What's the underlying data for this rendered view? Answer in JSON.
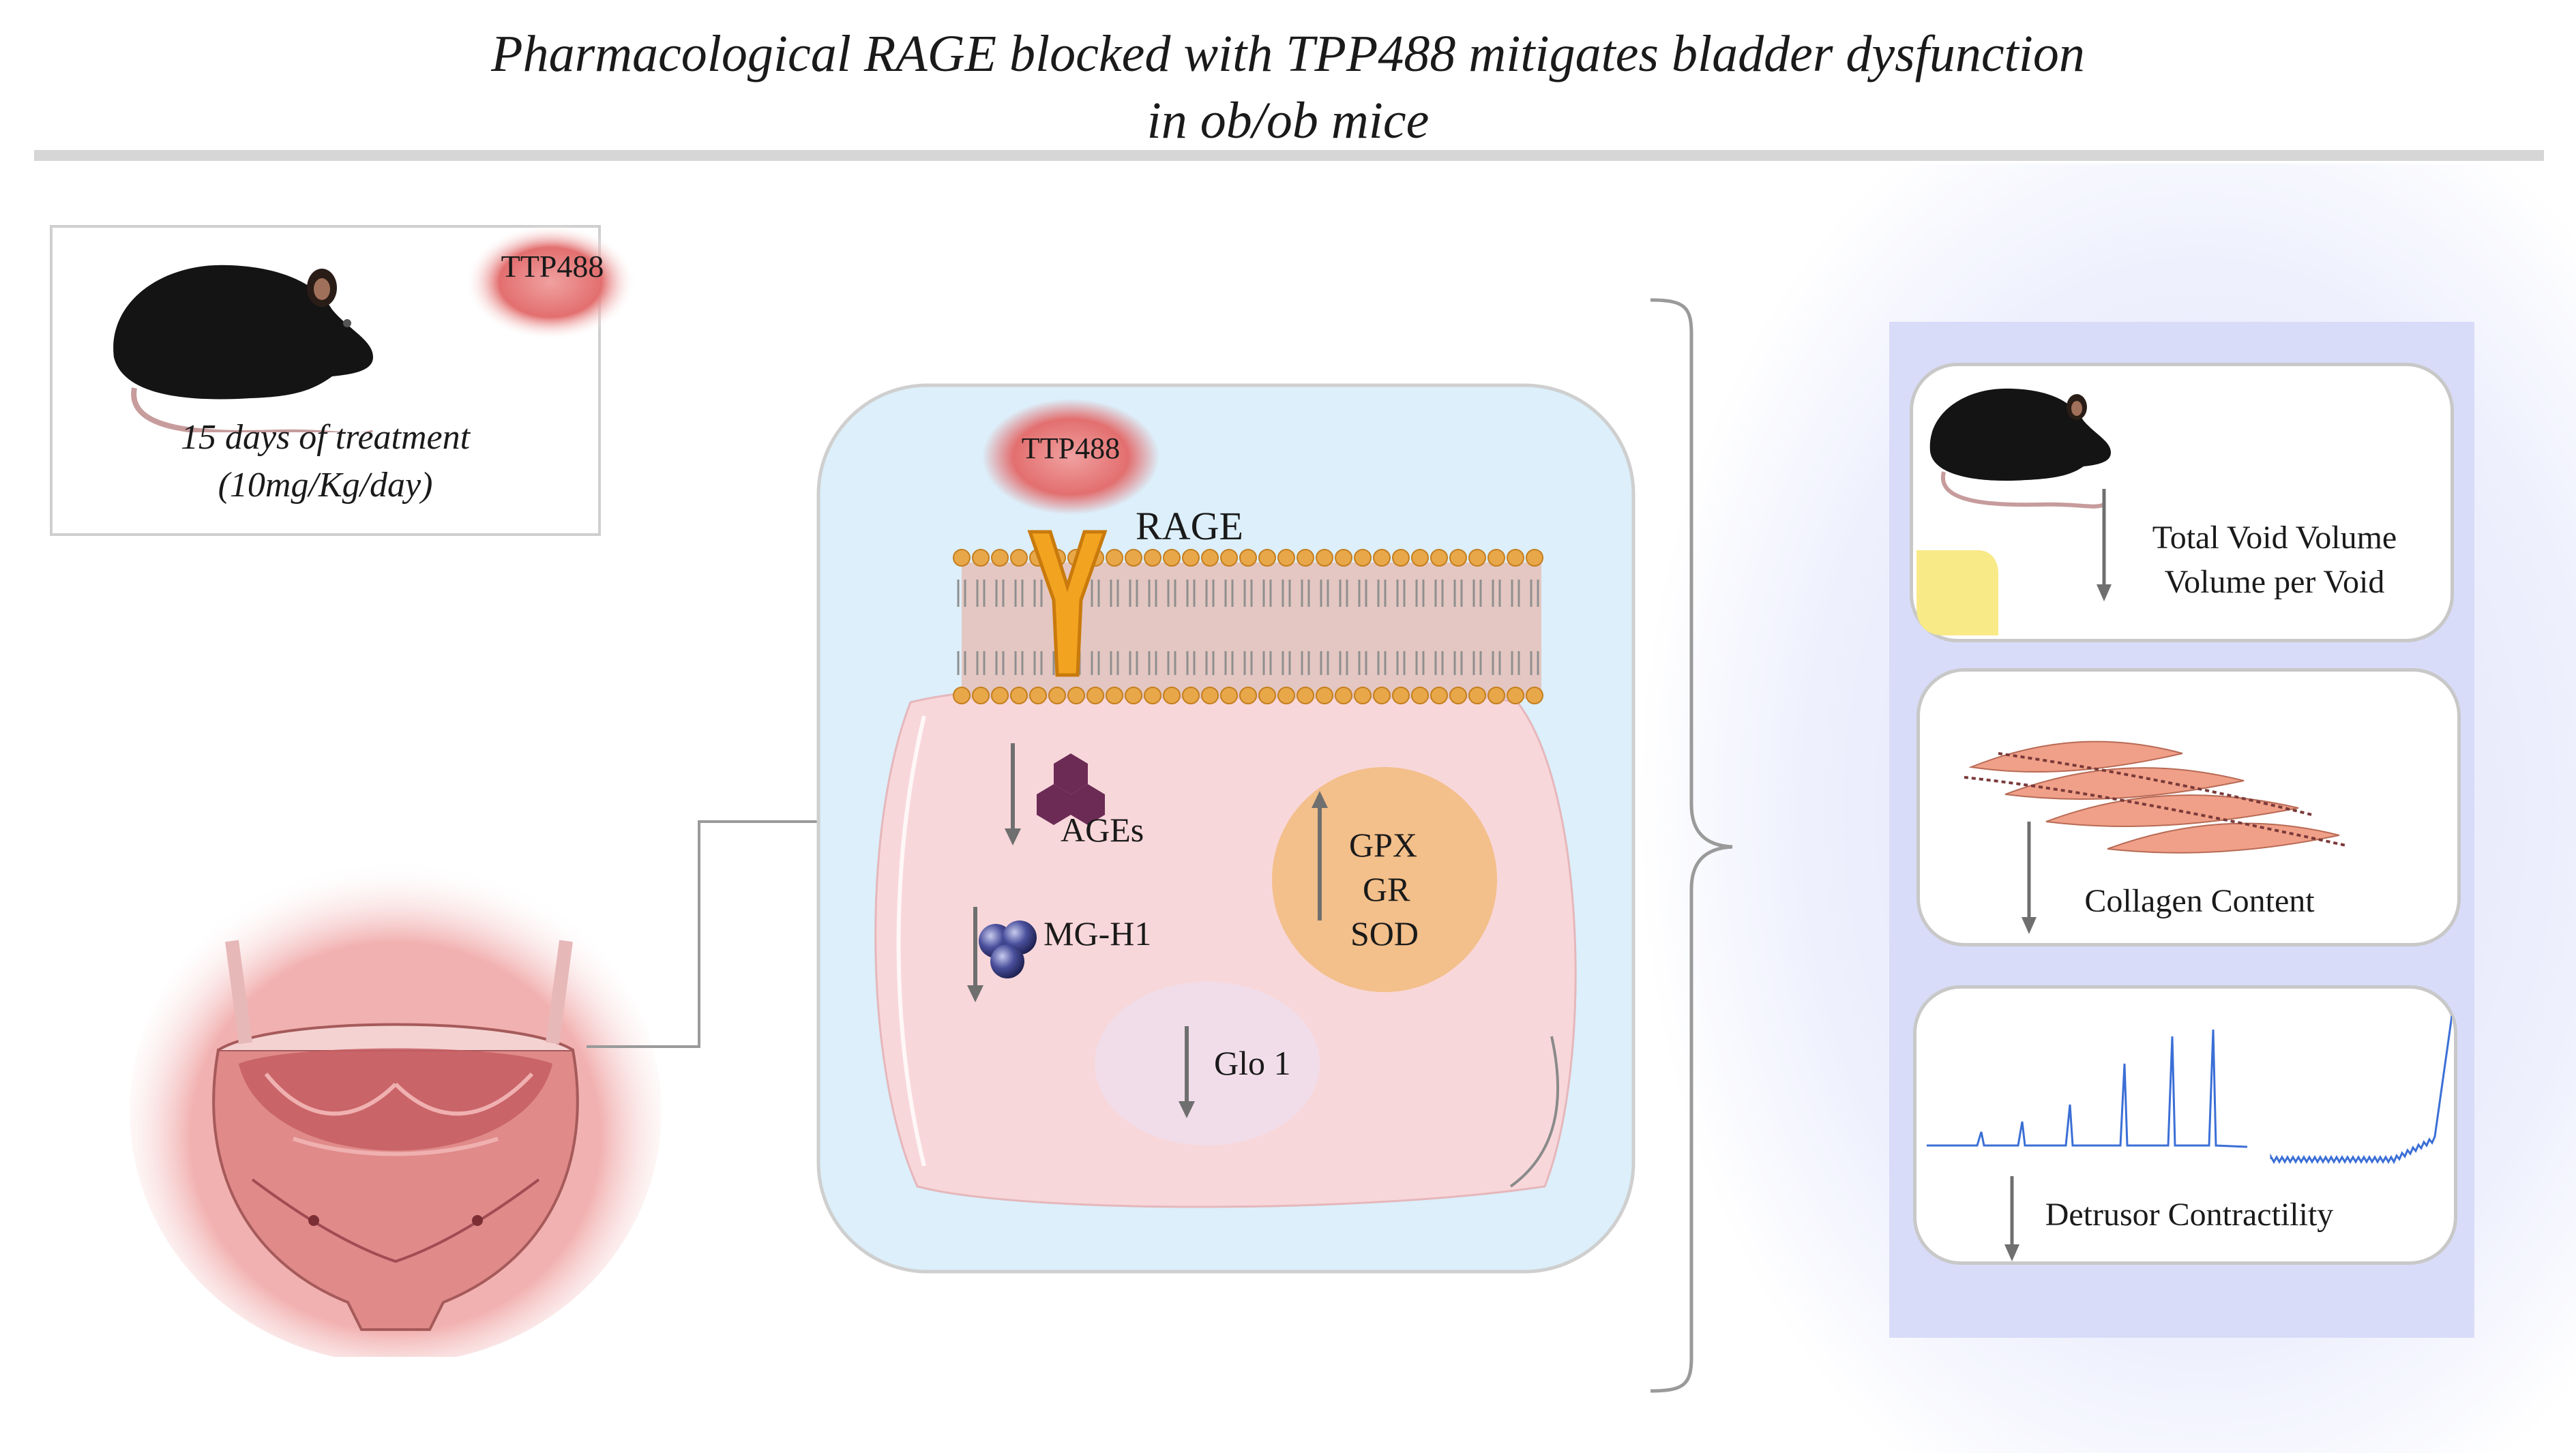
{
  "title": {
    "line1": "Pharmacological RAGE blocked with TPP488 mitigates bladder dysfunction",
    "line2": "in ob/ob mice"
  },
  "treatment": {
    "drug": "TTP488",
    "duration": "15 days of treatment",
    "dose": "(10mg/Kg/day)"
  },
  "cell": {
    "drug": "TTP488",
    "receptor": "RAGE",
    "ages_label": "AGEs",
    "mgh1_label": "MG-H1",
    "glo1_label": "Glo 1",
    "antioxidants": [
      "GPX",
      "GR",
      "SOD"
    ]
  },
  "outcomes": {
    "voiding": [
      "Total Void Volume",
      "Volume per Void"
    ],
    "collagen": "Collagen Content",
    "detrusor": "Detrusor Contractility"
  },
  "colors": {
    "pill": "#e86a6a",
    "receptor": "#f2a320",
    "membrane": "#e8a84a",
    "cytoplasm": "#f8d7da",
    "extracellular": "#dceffa",
    "antioxidant_circle": "#f3bf8a",
    "age_hexagon": "#6b2b55",
    "panel": "#d9dcf8",
    "trace": "#3b6fd6"
  }
}
